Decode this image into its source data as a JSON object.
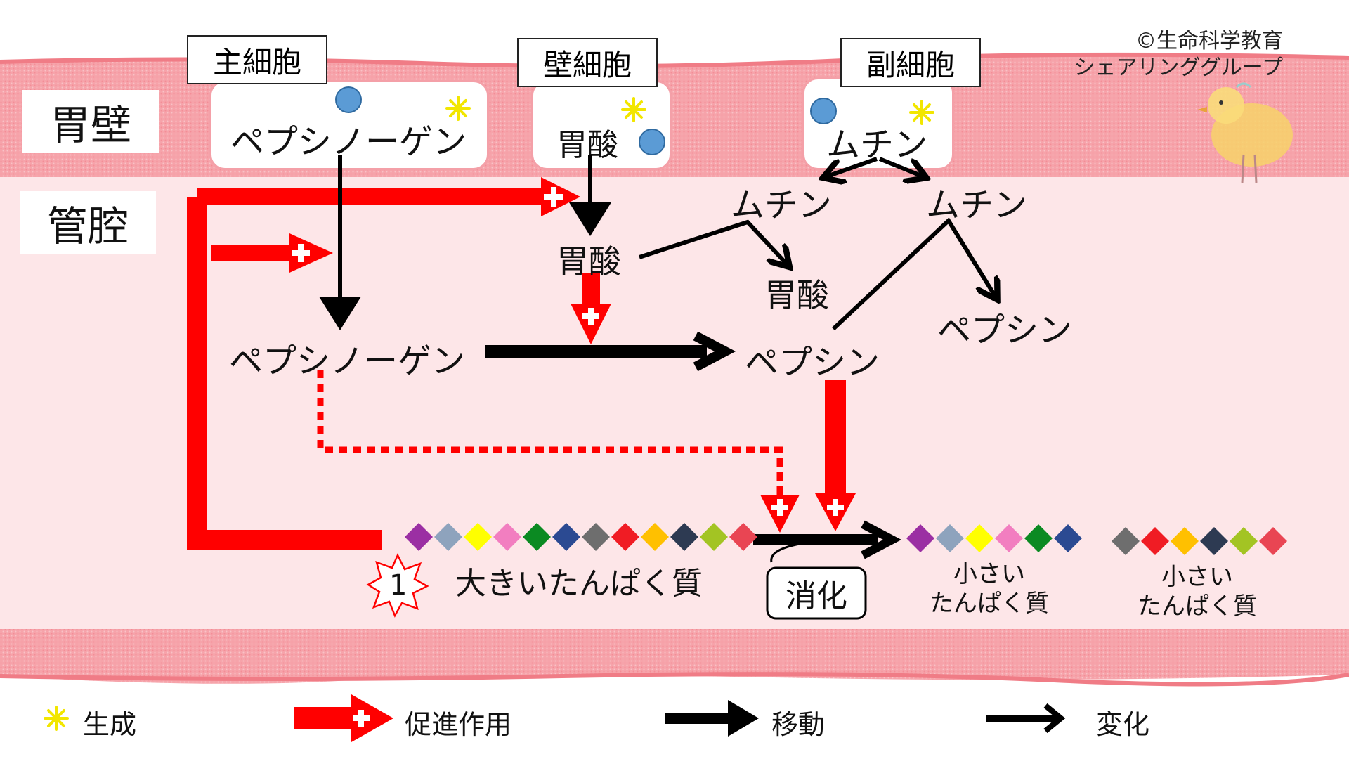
{
  "copyright": {
    "line1": "©生命科学教育",
    "line2": "シェアリンググループ"
  },
  "regions": {
    "wall": "胃壁",
    "lumen": "管腔"
  },
  "cells": {
    "chief": {
      "name": "主細胞",
      "product": "ペプシノーゲン"
    },
    "parietal": {
      "name": "壁細胞",
      "product": "胃酸"
    },
    "accessory": {
      "name": "副細胞",
      "product": "ムチン"
    }
  },
  "lumen_labels": {
    "mucin_left": "ムチン",
    "mucin_right": "ムチン",
    "acid_mid": "胃酸",
    "acid_out": "胃酸",
    "pepsinogen": "ペプシノーゲン",
    "pepsin": "ペプシン",
    "pepsin_out": "ペプシン",
    "large_protein": "大きいたんぱく質",
    "digestion": "消化",
    "small_protein_1": [
      "小さい",
      "たんぱく質"
    ],
    "small_protein_2": [
      "小さい",
      "たんぱく質"
    ],
    "badge_number": "1"
  },
  "legend": {
    "generate": "生成",
    "promote": "促進作用",
    "move": "移動",
    "change": "変化"
  },
  "colors": {
    "promote_red": "#ff0000",
    "wall_pink": "#f6a3aa",
    "lumen_pink": "#fde6e8",
    "molecule_blue": "#5b9bd5",
    "spark_yellow": "#f2e600"
  },
  "protein_chain": {
    "large": [
      "#9b2fa3",
      "#8ea3bd",
      "#ffff00",
      "#f27ec0",
      "#0b8a22",
      "#2b4a92",
      "#6e6e6e",
      "#f01c24",
      "#ffc000",
      "#2d3a52",
      "#a3c423",
      "#e94553"
    ],
    "small1": [
      "#9b2fa3",
      "#8ea3bd",
      "#ffff00",
      "#f27ec0",
      "#0b8a22",
      "#2b4a92"
    ],
    "small2": [
      "#6e6e6e",
      "#f01c24",
      "#ffc000",
      "#2d3a52",
      "#a3c423",
      "#e94553"
    ]
  }
}
